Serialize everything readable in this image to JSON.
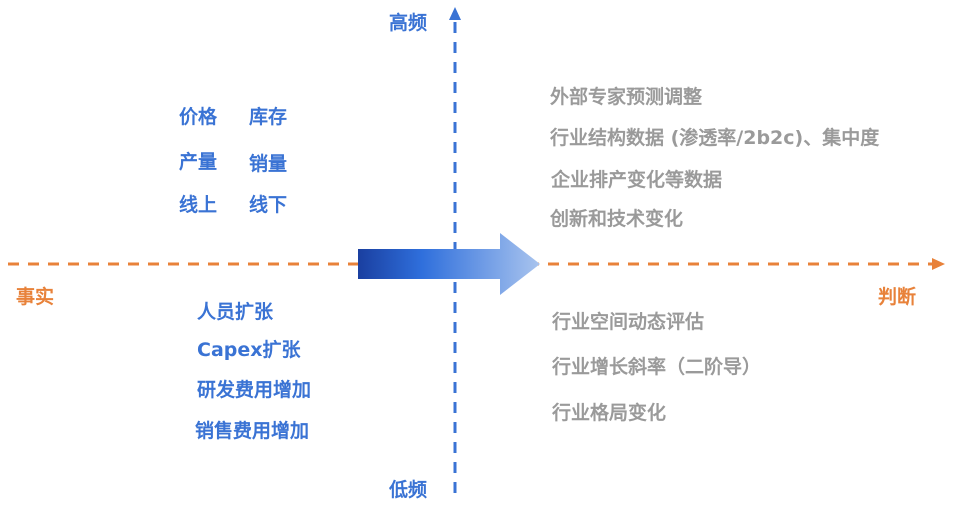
{
  "axes": {
    "vertical": {
      "top_label": "高频",
      "bottom_label": "低频",
      "color": "#3a73d4"
    },
    "horizontal": {
      "left_label": "事实",
      "right_label": "判断",
      "color": "#e8823a"
    }
  },
  "quadrants": {
    "top_left": {
      "items": [
        "价格",
        "库存",
        "产量",
        "销量",
        "线上",
        "线下"
      ]
    },
    "bottom_left": {
      "items": [
        "人员扩张",
        "Capex扩张",
        "研发费用增加",
        "销售费用增加"
      ]
    },
    "top_right": {
      "items": [
        "外部专家预测调整",
        "行业结构数据 (渗透率/2b2c)、集中度",
        "企业排产变化等数据",
        "创新和技术变化"
      ]
    },
    "bottom_right": {
      "items": [
        "行业空间动态评估",
        "行业增长斜率（二阶导）",
        "行业格局变化"
      ]
    }
  },
  "colors": {
    "fact_text": "#3a73d4",
    "judgement_text": "#9a9a9a",
    "arrow_start": "#1a3fa0",
    "arrow_mid": "#2f6fdc",
    "arrow_end": "#a9c4ee"
  }
}
